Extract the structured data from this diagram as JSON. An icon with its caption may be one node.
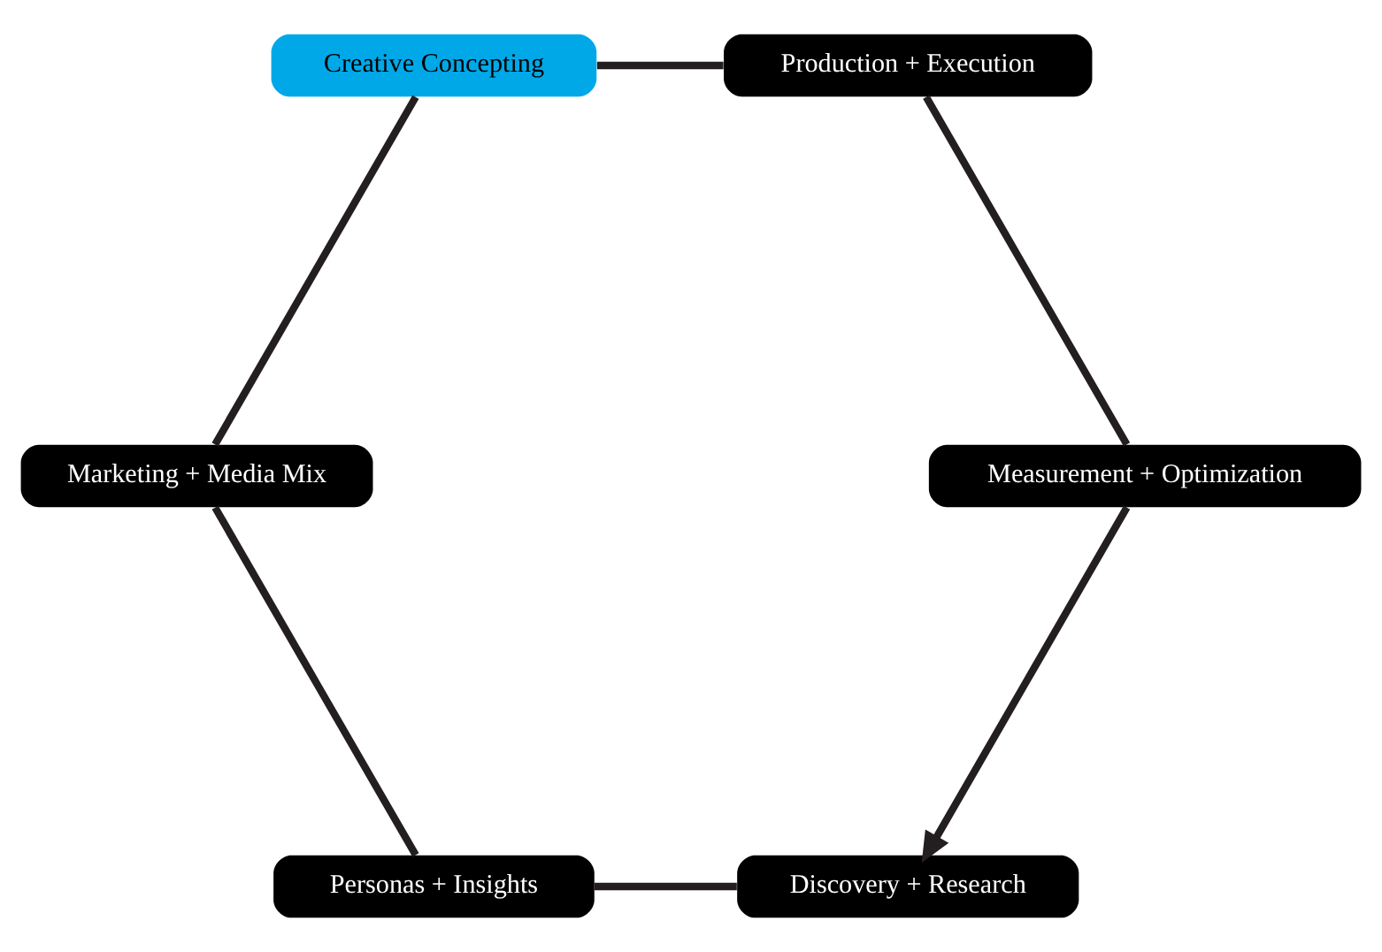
{
  "diagram": {
    "nodes": [
      {
        "text": [
          "Discovery + Research"
        ]
      },
      {
        "text": [
          "Personas + Insights"
        ]
      },
      {
        "text": [
          "Marketing + Media Mix"
        ]
      },
      {
        "text": [
          "Creative Concepting"
        ]
      },
      {
        "text": [
          "Production + Execution"
        ]
      },
      {
        "text": [
          "Measurement + Optimization"
        ]
      }
    ],
    "edges": [
      {
        "from": 0,
        "to": 1,
        "arrow": "none"
      },
      {
        "from": 1,
        "to": 2,
        "arrow": "none"
      },
      {
        "from": 2,
        "to": 3,
        "arrow": "none"
      },
      {
        "from": 3,
        "to": 4,
        "arrow": "none"
      },
      {
        "from": 4,
        "to": 5,
        "arrow": "none"
      },
      {
        "from": 5,
        "to": 0,
        "arrow": "to"
      }
    ]
  }
}
